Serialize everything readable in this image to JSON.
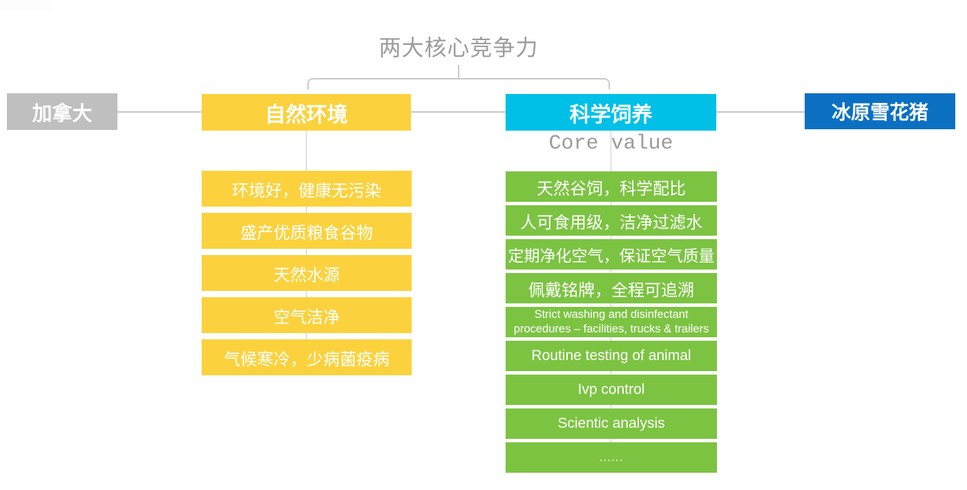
{
  "title": "两大核心竞争力",
  "core_value_label": "Core value",
  "nodes": {
    "canada": "加拿大",
    "natural_environment": "自然环境",
    "scientific_feeding": "科学饲养",
    "product": "冰原雪花猪"
  },
  "natural_items": [
    "环境好，健康无污染",
    "盛产优质粮食谷物",
    "天然水源",
    "空气洁净",
    "气候寒冷，少病菌疫病"
  ],
  "scientific_items": [
    "天然谷饲，科学配比",
    "人可食用级，洁净过滤水",
    "定期净化空气，保证空气质量",
    "佩戴铭牌，全程可追溯",
    "Strict washing and disinfectant\nprocedures – facilities, trucks & trailers",
    "Routine testing of animal",
    "Ivp control",
    "Scientic analysis",
    "......"
  ],
  "colors": {
    "canada_gray": "#bfbfbf",
    "natural_yellow": "#fbd23d",
    "scientific_cyan": "#00c0e8",
    "product_blue": "#0c70c2",
    "detail_green": "#7cc342",
    "connector_gray": "#c8c8c8",
    "muted_text_gray": "#9c9c9c"
  }
}
